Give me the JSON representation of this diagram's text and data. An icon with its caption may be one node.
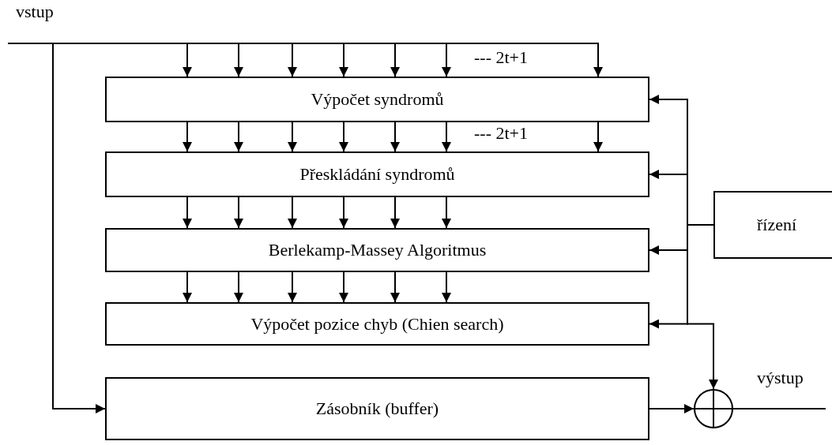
{
  "diagram": {
    "nodes": [
      {
        "text": [
          "Výpočet syndromů"
        ]
      },
      {
        "text": [
          "Přeskládání syndromů"
        ]
      },
      {
        "text": [
          "Berlekamp-Massey Algoritmus"
        ]
      },
      {
        "text": [
          "Výpočet pozice chyb (Chien search)"
        ]
      },
      {
        "text": [
          "Zásobník (buffer)"
        ]
      },
      {
        "text": [
          "řízení"
        ]
      },
      {
        "text": [],
        "shape": "circle"
      }
    ],
    "edges": [
      {
        "from": null,
        "to": 0,
        "arrow": "to"
      },
      {
        "from": null,
        "to": 0,
        "arrow": "to"
      },
      {
        "from": null,
        "to": 0,
        "arrow": "to"
      },
      {
        "from": null,
        "to": 0,
        "arrow": "to"
      },
      {
        "from": null,
        "to": 0,
        "arrow": "to"
      },
      {
        "from": null,
        "to": 0,
        "arrow": "to"
      },
      {
        "from": null,
        "to": 0,
        "arrow": "to"
      },
      {
        "from": 0,
        "to": 1,
        "arrow": "to"
      },
      {
        "from": 0,
        "to": 1,
        "arrow": "to"
      },
      {
        "from": 0,
        "to": 1,
        "arrow": "to"
      },
      {
        "from": 0,
        "to": 1,
        "arrow": "to"
      },
      {
        "from": 0,
        "to": 1,
        "arrow": "to"
      },
      {
        "from": 0,
        "to": 1,
        "arrow": "to"
      },
      {
        "from": 0,
        "to": 1,
        "arrow": "to"
      },
      {
        "from": 1,
        "to": 2,
        "arrow": "to"
      },
      {
        "from": 1,
        "to": 2,
        "arrow": "to"
      },
      {
        "from": 1,
        "to": 2,
        "arrow": "to"
      },
      {
        "from": 1,
        "to": 2,
        "arrow": "to"
      },
      {
        "from": 1,
        "to": 2,
        "arrow": "to"
      },
      {
        "from": 1,
        "to": 2,
        "arrow": "to"
      },
      {
        "from": 2,
        "to": 3,
        "arrow": "to"
      },
      {
        "from": 2,
        "to": 3,
        "arrow": "to"
      },
      {
        "from": 2,
        "to": 3,
        "arrow": "to"
      },
      {
        "from": 2,
        "to": 3,
        "arrow": "to"
      },
      {
        "from": 2,
        "to": 3,
        "arrow": "to"
      },
      {
        "from": 2,
        "to": 3,
        "arrow": "to"
      },
      {
        "from": null,
        "to": 4,
        "arrow": "to"
      },
      {
        "from": 5,
        "to": 0,
        "arrow": "to"
      },
      {
        "from": 5,
        "to": 1,
        "arrow": "to"
      },
      {
        "from": 5,
        "to": 2,
        "arrow": "to"
      },
      {
        "from": 5,
        "to": 3,
        "arrow": "to"
      },
      {
        "from": 5,
        "to": 6,
        "arrow": "to"
      },
      {
        "from": 4,
        "to": 6,
        "arrow": "to"
      },
      {
        "from": 6,
        "to": null,
        "arrow": "none"
      }
    ],
    "labels": [
      "vstup",
      "--- 2t+1",
      "--- 2t+1",
      "výstup"
    ]
  }
}
